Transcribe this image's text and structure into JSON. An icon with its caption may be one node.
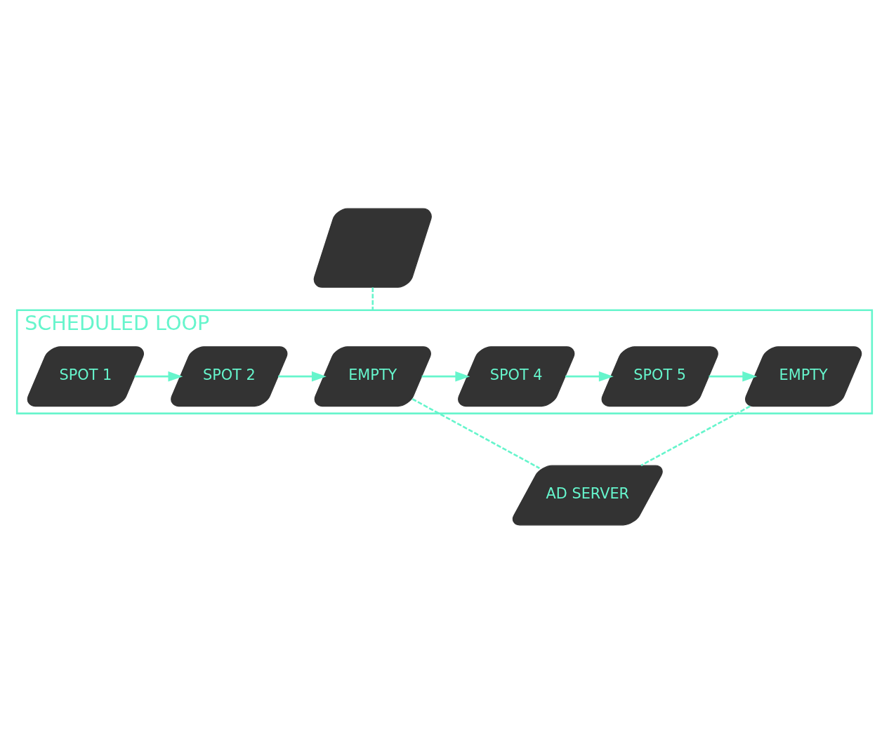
{
  "diagram": {
    "nodes": [
      {
        "text": [],
        "shape": "billboard"
      },
      {
        "text": [
          "SCHEDULED LOOP"
        ]
      },
      {
        "text": [
          "SPOT 1"
        ],
        "in": 1
      },
      {
        "text": [
          "SPOT 2"
        ],
        "in": 1
      },
      {
        "text": [
          "EMPTY"
        ],
        "in": 1
      },
      {
        "text": [
          "SPOT 4"
        ],
        "in": 1
      },
      {
        "text": [
          "SPOT 5"
        ],
        "in": 1
      },
      {
        "text": [
          "EMPTY"
        ],
        "in": 1
      },
      {
        "text": [
          "AD SERVER"
        ]
      }
    ],
    "edges": [
      {
        "from": 0,
        "to": 1,
        "arrow": "none",
        "style": "dashed"
      },
      {
        "from": 2,
        "to": 3,
        "arrow": "to"
      },
      {
        "from": 3,
        "to": 4,
        "arrow": "to"
      },
      {
        "from": 4,
        "to": 5,
        "arrow": "to"
      },
      {
        "from": 5,
        "to": 6,
        "arrow": "to"
      },
      {
        "from": 6,
        "to": 7,
        "arrow": "to"
      },
      {
        "from": 4,
        "to": 8,
        "arrow": "none",
        "style": "dashed"
      },
      {
        "from": 7,
        "to": 8,
        "arrow": "none",
        "style": "dashed"
      }
    ]
  }
}
